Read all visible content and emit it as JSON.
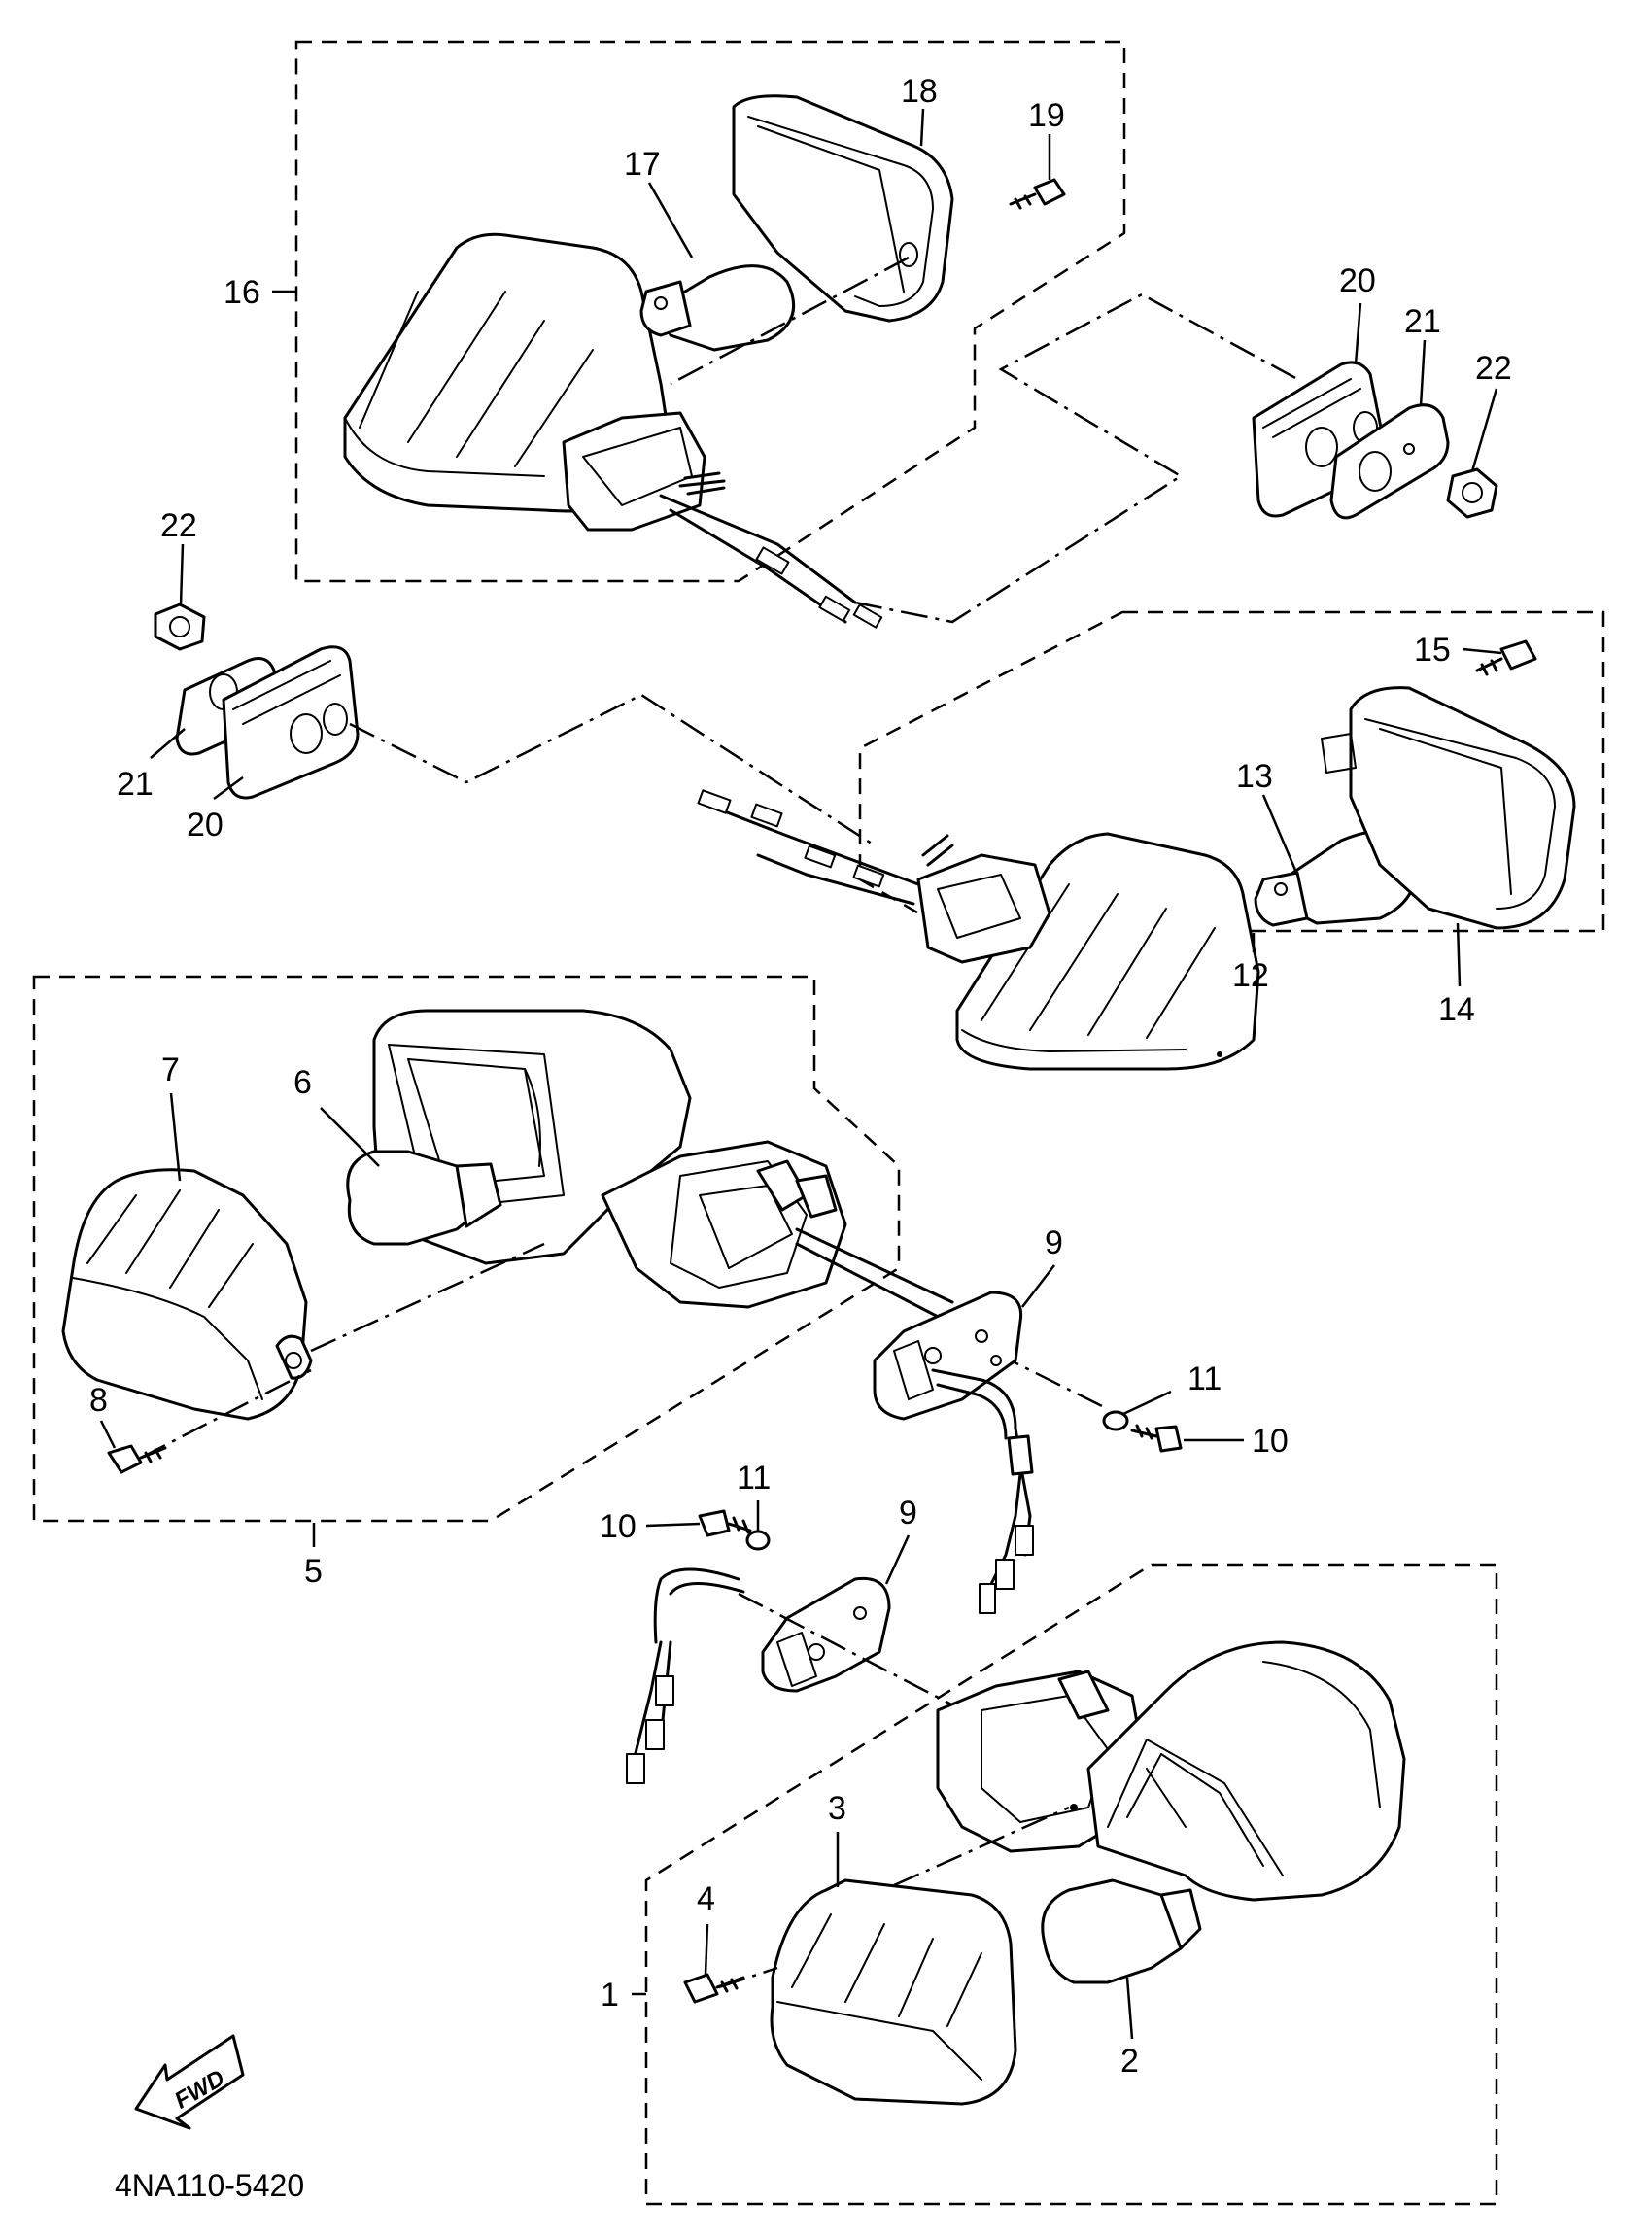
{
  "diagram_code": "4NA110-5420",
  "fwd_label": "FWD",
  "callouts": {
    "c1": "1",
    "c2": "2",
    "c3": "3",
    "c4": "4",
    "c5": "5",
    "c6": "6",
    "c7": "7",
    "c8": "8",
    "c9a": "9",
    "c9b": "9",
    "c10a": "10",
    "c10b": "10",
    "c11a": "11",
    "c11b": "11",
    "c12": "12",
    "c13": "13",
    "c14": "14",
    "c15": "15",
    "c16": "16",
    "c17": "17",
    "c18": "18",
    "c19": "19",
    "c20a": "20",
    "c20b": "20",
    "c21a": "21",
    "c21b": "21",
    "c22a": "22",
    "c22b": "22"
  }
}
